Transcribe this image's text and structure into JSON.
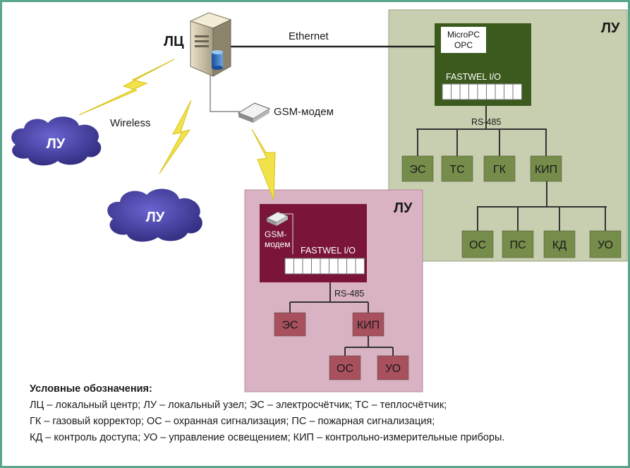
{
  "colors": {
    "border": "#5aa68c",
    "green_panel": "#c8cfb0",
    "green_controller": "#3c5a1e",
    "green_box": "#758c4a",
    "pink_panel": "#d9b3c4",
    "pink_controller": "#7a1438",
    "pink_box": "#a8505e",
    "cloud": "#3f3aa0",
    "lightning": "#f2e24a"
  },
  "icons": {
    "server": "server-icon",
    "modem": "gsm-modem-icon",
    "cloud": "cloud-icon",
    "lightning": "lightning-bolt-icon"
  },
  "center": {
    "label": "ЛЦ"
  },
  "links": {
    "ethernet": "Ethernet",
    "wireless": "Wireless",
    "gsm_modem": "GSM-модем"
  },
  "clouds": [
    "ЛУ",
    "ЛУ"
  ],
  "node_green": {
    "label": "ЛУ",
    "controller_top_line1": "MicroPC",
    "controller_top_line2": "OPC",
    "controller_io": "FASTWEL I/O",
    "bus": "RS-485",
    "devices_row1": [
      "ЭС",
      "ТС",
      "ГК",
      "КИП"
    ],
    "devices_row2": [
      "ОС",
      "ПС",
      "КД",
      "УО"
    ]
  },
  "node_pink": {
    "label": "ЛУ",
    "modem_line1": "GSM-",
    "modem_line2": "модем",
    "controller_io": "FASTWEL I/O",
    "bus": "RS-485",
    "devices_row1": [
      "ЭС",
      "КИП"
    ],
    "devices_row2": [
      "ОС",
      "УО"
    ]
  },
  "legend": {
    "title": "Условные обозначения:",
    "lines": [
      "ЛЦ – локальный центр; ЛУ – локальный узел; ЭС – электросчётчик; ТС – теплосчётчик;",
      "ГК – газовый корректор; ОС – охранная сигнализация; ПС – пожарная сигнализация;",
      "КД – контроль доступа; УО – управление освещением; КИП – контрольно-измерительные приборы."
    ]
  }
}
